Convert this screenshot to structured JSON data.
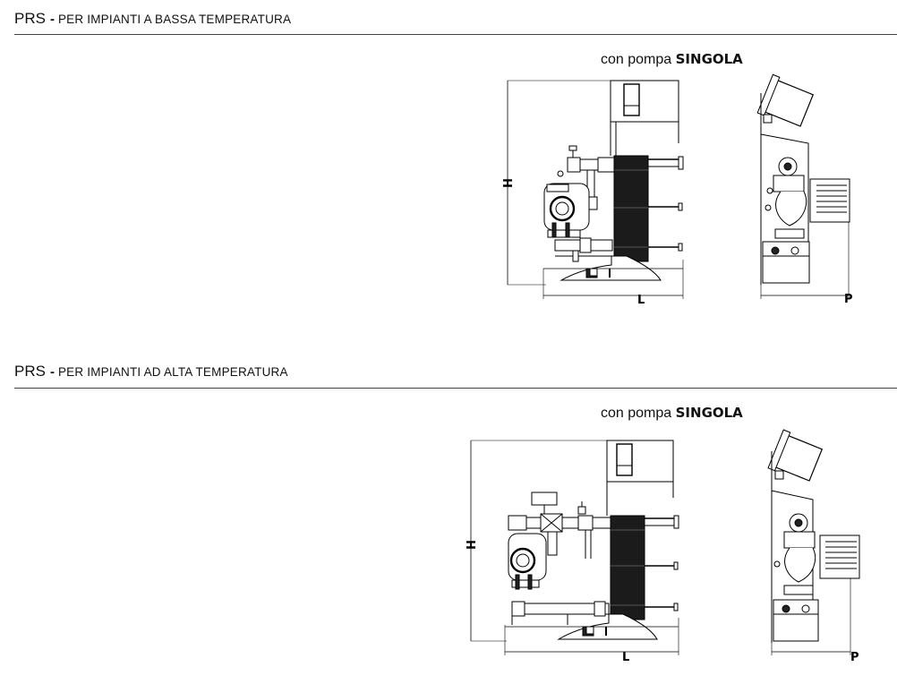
{
  "sections": [
    {
      "code": "PRS",
      "separator": "-",
      "title": "PER IMPIANTI A BASSA TEMPERATURA",
      "caption_prefix": "con pompa",
      "caption_emphasis": "SINGOLA",
      "dims": {
        "height": "H",
        "length": "L",
        "depth": "P"
      }
    },
    {
      "code": "PRS",
      "separator": "-",
      "title": "PER IMPIANTI AD ALTA TEMPERATURA",
      "caption_prefix": "con pompa",
      "caption_emphasis": "SINGOLA",
      "dims": {
        "height": "H",
        "length": "L",
        "depth": "P"
      }
    }
  ],
  "icons": {
    "front_view": "pump-station-front-drawing",
    "side_view": "pump-station-side-drawing",
    "logo": "brand-logo"
  }
}
